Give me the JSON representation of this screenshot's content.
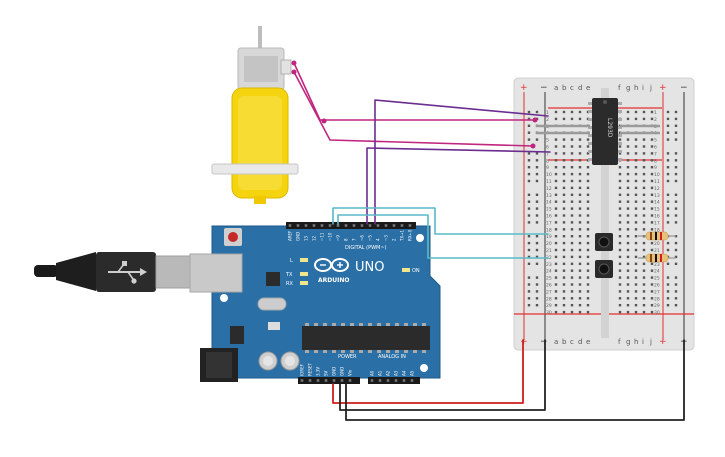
{
  "arduino": {
    "brand_label": "UNO",
    "sub_label": "ARDUINO",
    "digital_label": "DIGITAL (PWM~)",
    "power_label": "POWER",
    "analog_label": "ANALOG IN",
    "on_label": "ON",
    "tx_label": "TX",
    "rx_label": "RX",
    "l_label": "L",
    "digital_pins": [
      "AREF",
      "GND",
      "13",
      "12",
      "~11",
      "~10",
      "~9",
      "8",
      "7",
      "~6",
      "~5",
      "4",
      "~3",
      "2",
      "TX→1",
      "RX←0"
    ],
    "power_pins": [
      "IOREF",
      "RESET",
      "3.3V",
      "5V",
      "GND",
      "GND",
      "Vin"
    ],
    "analog_pins": [
      "A0",
      "A1",
      "A2",
      "A3",
      "A4",
      "A5"
    ]
  },
  "breadboard": {
    "col_letters_left": [
      "a",
      "b",
      "c",
      "d",
      "e"
    ],
    "col_letters_right": [
      "f",
      "g",
      "h",
      "i",
      "j"
    ],
    "rail_plus": "+",
    "rail_minus": "−",
    "row_numbers": [
      "1",
      "2",
      "3",
      "4",
      "5",
      "6",
      "7",
      "8",
      "9",
      "10",
      "11",
      "12",
      "13",
      "14",
      "15",
      "16",
      "17",
      "18",
      "19",
      "20",
      "21",
      "22",
      "23",
      "24",
      "25",
      "26",
      "27",
      "28",
      "29",
      "30"
    ]
  },
  "chip": {
    "label": "L293D"
  },
  "colors": {
    "arduino_board": "#2a6fa6",
    "arduino_dark": "#1f5a88",
    "motor_yellow": "#f5d40f",
    "wire_magenta": "#c0267f",
    "wire_purple": "#6b2d8f",
    "wire_cyan": "#59b9c9",
    "wire_red": "#d01d1d",
    "wire_black": "#222222",
    "breadboard": "#e4e4e4",
    "rail_red": "#e03030",
    "rail_black": "#333333"
  }
}
